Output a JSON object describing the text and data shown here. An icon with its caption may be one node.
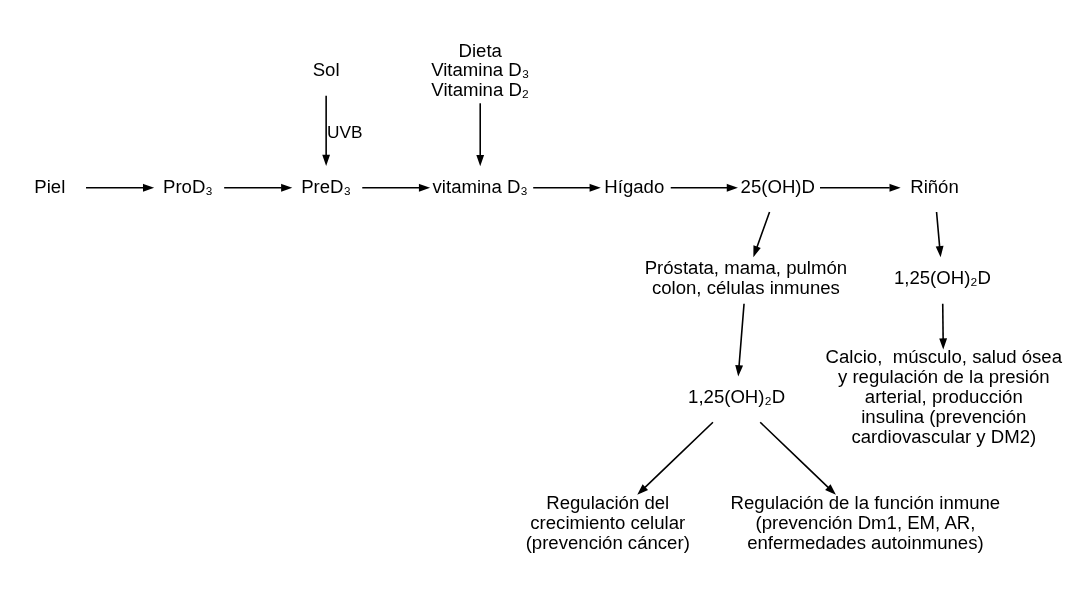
{
  "diagram": {
    "nodes": [
      {
        "text": [
          "Sol"
        ]
      },
      {
        "text": [
          "Piel"
        ]
      },
      {
        "text": [
          "ProD₃"
        ]
      },
      {
        "text": [
          "PreD₃"
        ]
      },
      {
        "text": [
          "vitamina D₃"
        ]
      },
      {
        "text": [
          "Hígado"
        ]
      },
      {
        "text": [
          "25(OH)D"
        ]
      },
      {
        "text": [
          "Riñón"
        ]
      },
      {
        "text": [
          "Dieta",
          "Vitamina D₃",
          "Vitamina D₂"
        ]
      },
      {
        "text": [
          "Próstata, mama, pulmón colon, células inmunes"
        ]
      },
      {
        "text": [
          "1,25(OH)₂D"
        ]
      },
      {
        "text": [
          "1,25(OH)₂D"
        ]
      },
      {
        "text": [
          "Regulación del crecimiento celular (prevención cáncer)"
        ]
      },
      {
        "text": [
          "Regulación de la función inmune (prevención Dm1, EM, AR, enfermedades autoinmunes)"
        ]
      },
      {
        "text": [
          "Calcio,  músculo, salud ósea y regulación de la presión arterial, producción insulina (prevención cardiovascular y DM2)"
        ]
      }
    ],
    "edges": [
      {
        "from": 1,
        "to": 2,
        "arrow": "to"
      },
      {
        "from": 2,
        "to": 3,
        "arrow": "to"
      },
      {
        "from": 3,
        "to": 4,
        "arrow": "to"
      },
      {
        "from": 4,
        "to": 5,
        "arrow": "to"
      },
      {
        "from": 5,
        "to": 6,
        "arrow": "to"
      },
      {
        "from": 6,
        "to": 7,
        "arrow": "to"
      },
      {
        "from": 0,
        "to": 3,
        "label": "UVB",
        "arrow": "to"
      },
      {
        "from": 8,
        "to": 4,
        "arrow": "to"
      },
      {
        "from": 6,
        "to": 9,
        "arrow": "to"
      },
      {
        "from": 7,
        "to": 10,
        "arrow": "to"
      },
      {
        "from": 9,
        "to": 11,
        "arrow": "to"
      },
      {
        "from": 11,
        "to": 12,
        "arrow": "to"
      },
      {
        "from": 11,
        "to": 13,
        "arrow": "to"
      },
      {
        "from": 10,
        "to": 14,
        "arrow": "to"
      }
    ]
  }
}
